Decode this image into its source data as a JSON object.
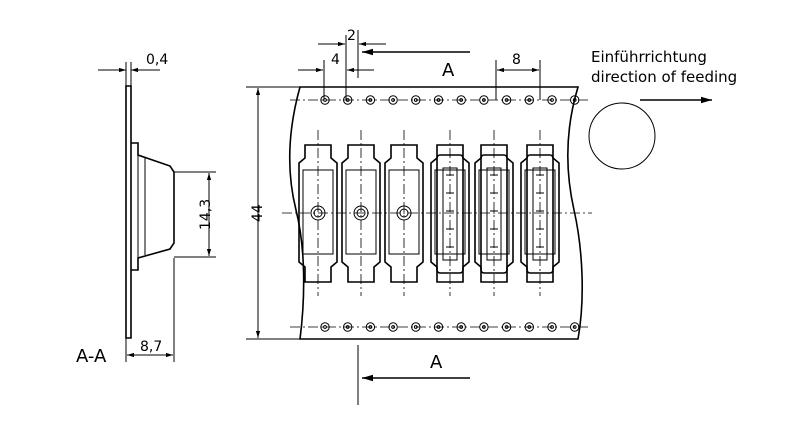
{
  "dimensions": {
    "thickness": "0,4",
    "depth": "8,7",
    "cavity_height": "14,3",
    "tape_width": "44",
    "pitch_small": "4",
    "offset": "2",
    "pitch_large": "8"
  },
  "labels": {
    "section": "A-A",
    "section_marker_top": "A",
    "section_marker_bottom": "A",
    "feed_de": "Einführrichtung",
    "feed_en": "direction of feeding"
  }
}
